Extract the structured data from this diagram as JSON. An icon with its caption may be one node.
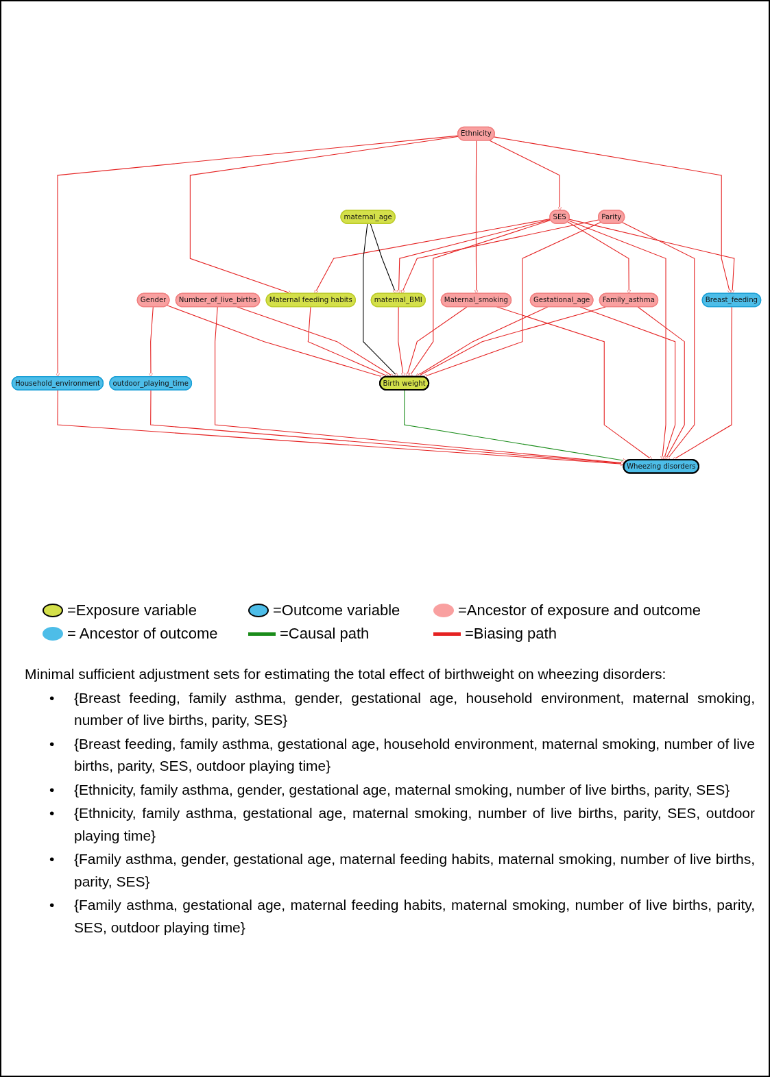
{
  "diagram": {
    "nodes": [
      {
        "text": [
          "Ethnicity"
        ]
      },
      {
        "text": [
          "Household_environment"
        ]
      },
      {
        "text": [
          "Gender"
        ]
      },
      {
        "text": [
          "outdoor_playing_time"
        ]
      },
      {
        "text": [
          "Maternal feeding habits"
        ]
      },
      {
        "text": [
          "Number_of_live_births"
        ]
      },
      {
        "text": [
          "Birth weight"
        ]
      },
      {
        "text": [
          "Wheezing disorders"
        ]
      },
      {
        "text": [
          "maternal_age"
        ]
      },
      {
        "text": [
          "Maternal_smoking"
        ]
      },
      {
        "text": [
          "Gestational_age"
        ]
      },
      {
        "text": [
          "SES"
        ]
      },
      {
        "text": [
          "Breast_feeding"
        ]
      },
      {
        "text": [
          "maternal_BMI"
        ]
      },
      {
        "text": [
          "Family_asthma"
        ]
      },
      {
        "text": [
          "Parity"
        ]
      }
    ],
    "edges": [
      {
        "from": 0,
        "to": 4,
        "arrow": "to"
      },
      {
        "from": 0,
        "to": 1,
        "arrow": "to"
      },
      {
        "from": 0,
        "to": 9,
        "arrow": "to"
      },
      {
        "from": 0,
        "to": 11,
        "arrow": "to"
      },
      {
        "from": 0,
        "to": 12,
        "arrow": "to"
      },
      {
        "from": 1,
        "to": 7,
        "arrow": "to"
      },
      {
        "from": 2,
        "to": 3,
        "arrow": "to"
      },
      {
        "from": 2,
        "to": 6,
        "arrow": "to"
      },
      {
        "from": 3,
        "to": 7,
        "arrow": "to"
      },
      {
        "from": 4,
        "to": 6,
        "arrow": "to"
      },
      {
        "from": 11,
        "to": 4,
        "arrow": "to"
      },
      {
        "from": 5,
        "to": 6,
        "arrow": "to"
      },
      {
        "from": 5,
        "to": 7,
        "arrow": "to"
      },
      {
        "from": 6,
        "to": 7,
        "arrow": "to",
        "color": "#1a8c1a"
      },
      {
        "from": 8,
        "to": 6,
        "arrow": "to",
        "color": "#000000"
      },
      {
        "from": 8,
        "to": 13,
        "arrow": "to",
        "color": "#000000"
      },
      {
        "from": 13,
        "to": 6,
        "arrow": "to"
      },
      {
        "from": 9,
        "to": 6,
        "arrow": "to"
      },
      {
        "from": 9,
        "to": 7,
        "arrow": "to"
      },
      {
        "from": 11,
        "to": 6,
        "arrow": "to"
      },
      {
        "from": 11,
        "to": 7,
        "arrow": "to"
      },
      {
        "from": 11,
        "to": 13,
        "arrow": "to"
      },
      {
        "from": 11,
        "to": 12,
        "arrow": "to"
      },
      {
        "from": 11,
        "to": 14,
        "arrow": "to"
      },
      {
        "from": 10,
        "to": 6,
        "arrow": "to"
      },
      {
        "from": 10,
        "to": 7,
        "arrow": "to"
      },
      {
        "from": 14,
        "to": 6,
        "arrow": "to"
      },
      {
        "from": 14,
        "to": 7,
        "arrow": "to"
      },
      {
        "from": 15,
        "to": 6,
        "arrow": "to"
      },
      {
        "from": 15,
        "to": 13,
        "arrow": "to"
      },
      {
        "from": 15,
        "to": 7,
        "arrow": "to"
      },
      {
        "from": 12,
        "to": 7,
        "arrow": "to"
      }
    ],
    "labels": [
      "Minimal sufficient adjustment sets for estimating the total effect of birthweight on wheezing disorders:",
      "•",
      "{Breast feeding, family asthma, gender, gestational age, household environment, maternal smoking, number of live births, parity, SES}",
      "•",
      "{Breast feeding, family asthma, gestational age, household environment, maternal smoking, number of live births, parity, SES, outdoor playing time}",
      "•",
      "{Ethnicity, family asthma, gender, gestational age, maternal smoking, number of live births, parity, SES}",
      "•",
      "{Ethnicity, family asthma, gestational age, maternal smoking, number of live births, parity, SES, outdoor playing time}",
      "•",
      "{Family asthma, gender, gestational age, maternal feeding habits, maternal smoking, number of live births, parity, SES}",
      "•",
      "{Family asthma, gestational age, maternal feeding habits, maternal smoking, number of live births, parity, SES, outdoor playing time}"
    ],
    "legend": [
      {
        "text": "=Exposure variable",
        "color": "#d4e04a"
      },
      {
        "text": "=Outcome variable",
        "color": "#4dbde8"
      },
      {
        "text": "=Ancestor of exposure and outcome",
        "color": "#f9a0a0"
      },
      {
        "text": "= Ancestor of outcome",
        "color": "#4dbde8"
      },
      {
        "text": "=Causal path"
      },
      {
        "text": "=Biasing path"
      }
    ]
  }
}
